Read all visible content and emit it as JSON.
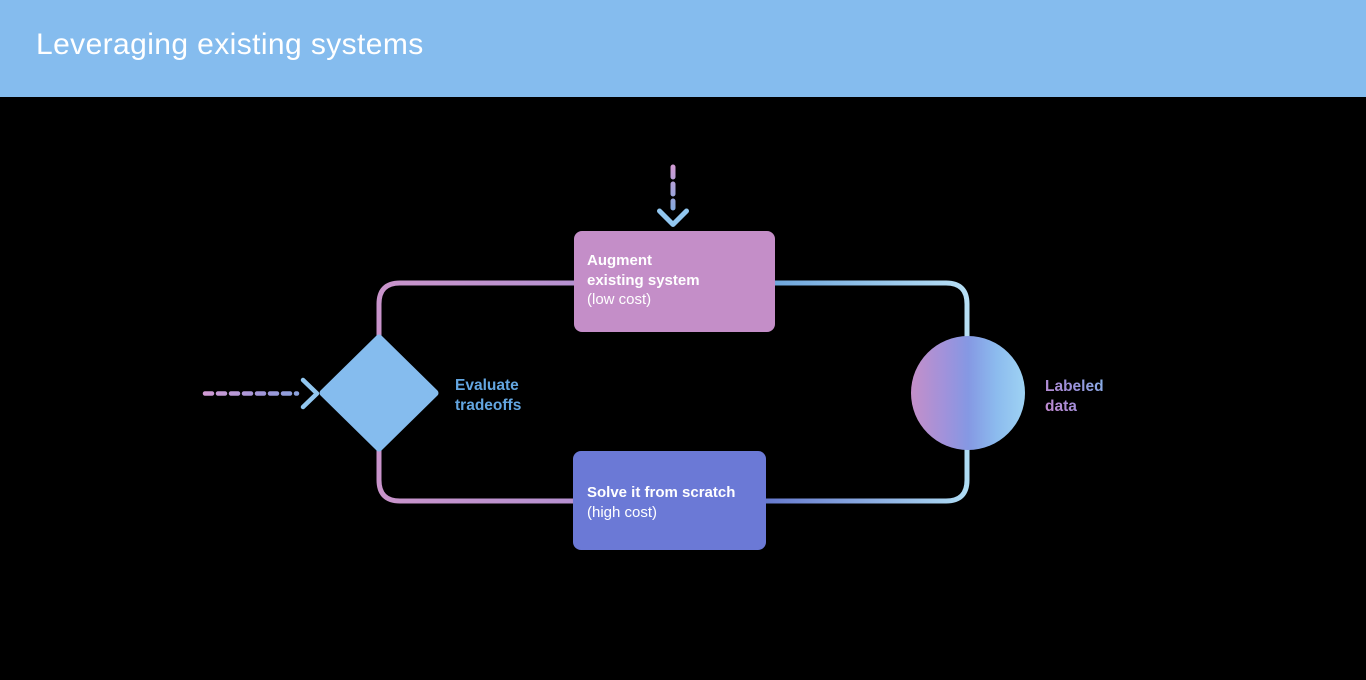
{
  "slide": {
    "title": "Leveraging existing systems"
  },
  "flowchart": {
    "decision": {
      "line1": "Evaluate",
      "line2": "tradeoffs"
    },
    "augment": {
      "line1": "Augment",
      "line2": "existing system",
      "line3": "(low cost)"
    },
    "solve": {
      "line1": "Solve it from scratch",
      "line2": "(high cost)"
    },
    "output": {
      "line1": "Labeled",
      "line2": "data"
    },
    "icons": {
      "entry": "dashed-arrow-right-icon",
      "trigger": "dashed-arrow-down-icon"
    }
  },
  "colors": {
    "canvas_bg": "#000000",
    "header_bg": "#85BCEE",
    "title_text": "#FFFFFF",
    "diamond_fill": "#85BCEE",
    "augment_box_fill": "#C48EC8",
    "solve_box_fill": "#6B79D6",
    "box_text": "#FFFFFF",
    "decision_label_text": "#63A6E1",
    "connector_pink": "#C994CB",
    "connector_pink_end": "#B691D1",
    "connector_blue_start": "#6FA6DC",
    "connector_blue_end": "#B7DFF5",
    "connector_purple_start": "#6679CE",
    "connector_purple_end": "#AEDCF4",
    "dash_pink": "#D29BD4",
    "dash_mid": "#9E97DA",
    "dash_blue": "#7FA9DE",
    "arrowhead_blue": "#92C7F0",
    "circle_stop_0": "#C48FC9",
    "circle_stop_1": "#A092DB",
    "circle_stop_2": "#8598E3",
    "circle_stop_3": "#8CBBEE",
    "circle_stop_4": "#9ED2F3",
    "output_text_stop_0": "#C98ACF",
    "output_text_stop_1": "#9A8ED9",
    "output_text_stop_2": "#82BCEE"
  }
}
